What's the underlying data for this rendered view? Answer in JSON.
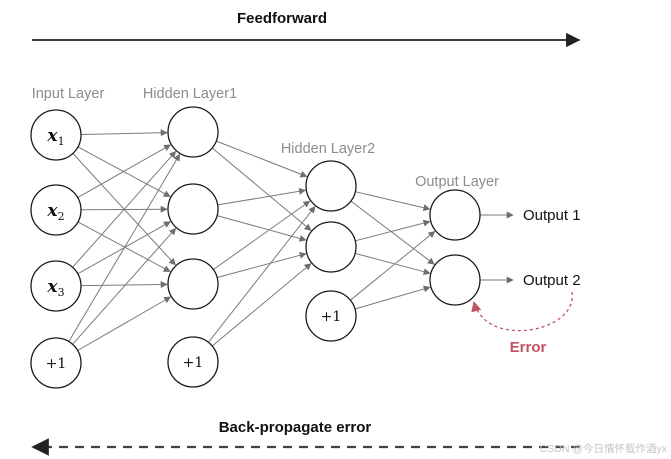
{
  "feedforward": {
    "label": "Feedforward"
  },
  "backprop": {
    "label": "Back-propagate error"
  },
  "layers": {
    "input": {
      "label": "Input Layer",
      "nodes": [
        {
          "var": "x",
          "sub": "1"
        },
        {
          "var": "x",
          "sub": "2"
        },
        {
          "var": "x",
          "sub": "3"
        }
      ],
      "bias": "+1"
    },
    "hidden1": {
      "label": "Hidden Layer1",
      "bias": "+1"
    },
    "hidden2": {
      "label": "Hidden Layer2",
      "bias": "+1"
    },
    "output": {
      "label": "Output Layer"
    }
  },
  "outputs": {
    "output1": "Output 1",
    "output2": "Output 2"
  },
  "error": {
    "label": "Error"
  },
  "watermark": "CSDN @今日情怀载作酒yx",
  "colors": {
    "edge": "#7a7a7a",
    "error": "#c0555f",
    "layer_label": "#8c8c8c"
  }
}
